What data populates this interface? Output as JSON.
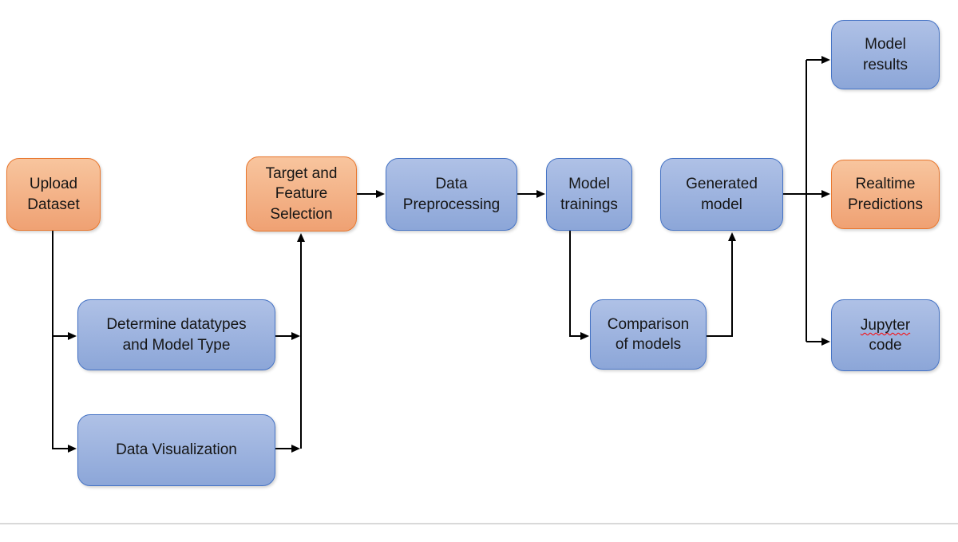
{
  "nodes": {
    "upload_dataset": {
      "label": "Upload\nDataset",
      "color_role": "orange"
    },
    "target_feature": {
      "label": "Target and\nFeature\nSelection",
      "color_role": "orange"
    },
    "data_preprocessing": {
      "label": "Data\nPreprocessing",
      "color_role": "blue"
    },
    "model_trainings": {
      "label": "Model\ntrainings",
      "color_role": "blue"
    },
    "generated_model": {
      "label": "Generated\nmodel",
      "color_role": "blue"
    },
    "model_results": {
      "label": "Model\nresults",
      "color_role": "blue"
    },
    "realtime_predictions": {
      "label": "Realtime\nPredictions",
      "color_role": "orange"
    },
    "jupyter_code": {
      "line1": "Jupyter",
      "line2": "code",
      "color_role": "blue",
      "spellcheck_underline_on": "Jupyter"
    },
    "determine_datatypes": {
      "label": "Determine datatypes\nand Model Type",
      "color_role": "blue"
    },
    "data_visualization": {
      "label": "Data Visualization",
      "color_role": "blue"
    },
    "comparison_models": {
      "label": "Comparison\nof models",
      "color_role": "blue"
    }
  },
  "edges": [
    "upload_dataset -> determine_datatypes",
    "upload_dataset -> data_visualization",
    "determine_datatypes -> target_feature",
    "data_visualization -> target_feature",
    "target_feature -> data_preprocessing",
    "data_preprocessing -> model_trainings",
    "model_trainings -> comparison_models",
    "comparison_models -> generated_model",
    "generated_model -> realtime_predictions",
    "generated_model -> model_results",
    "generated_model -> jupyter_code"
  ],
  "colors": {
    "blue_fill_top": "#AFC1E6",
    "blue_fill_bottom": "#8CA6D8",
    "blue_border": "#4472C4",
    "orange_fill_top": "#F8C59E",
    "orange_fill_bottom": "#EFA173",
    "orange_border": "#E8772E",
    "connector": "#000000",
    "spellcheck": "#FF0000",
    "divider": "#D9D9D9"
  }
}
